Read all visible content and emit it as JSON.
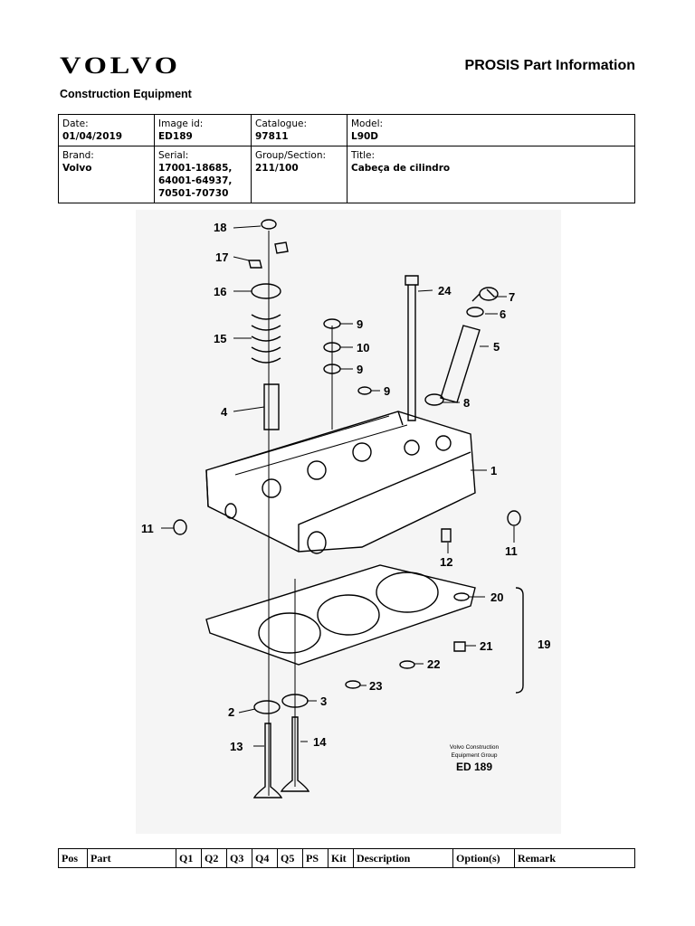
{
  "header": {
    "brand_logo": "VOLVO",
    "subtitle": "Construction Equipment",
    "title": "PROSIS Part Information"
  },
  "meta": {
    "date_label": "Date:",
    "date": "01/04/2019",
    "image_label": "Image id:",
    "image": "ED189",
    "catalogue_label": "Catalogue:",
    "catalogue": "97811",
    "model_label": "Model:",
    "model": "L90D",
    "brand_label": "Brand:",
    "brand": "Volvo",
    "serial_label": "Serial:",
    "serial": "17001-18685,\n64001-64937,\n70501-70730",
    "group_label": "Group/Section:",
    "group": "211/100",
    "title_label": "Title:",
    "title": "Cabeça de cilindro"
  },
  "diagram": {
    "callouts": [
      "18",
      "17",
      "16",
      "15",
      "4",
      "11",
      "24",
      "7",
      "6",
      "5",
      "9",
      "10",
      "9",
      "9",
      "8",
      "1",
      "11",
      "12",
      "20",
      "21",
      "19",
      "22",
      "23",
      "3",
      "2",
      "13",
      "14"
    ],
    "caption_line1": "Volvo Construction",
    "caption_line2": "Equipment Group",
    "caption_code": "ED 189"
  },
  "parts_table": {
    "columns": [
      "Pos",
      "Part",
      "Q1",
      "Q2",
      "Q3",
      "Q4",
      "Q5",
      "PS",
      "Kit",
      "Description",
      "Option(s)",
      "Remark"
    ]
  }
}
